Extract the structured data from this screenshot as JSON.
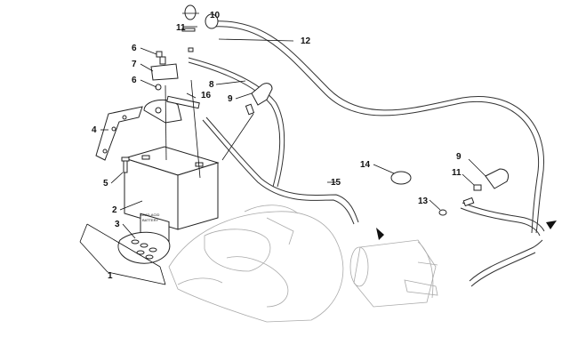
{
  "diagram": {
    "callouts": [
      "10",
      "11",
      "12",
      "6",
      "7",
      "8",
      "6",
      "16",
      "9",
      "4",
      "5",
      "2",
      "3",
      "1",
      "14",
      "15",
      "9",
      "11",
      "13"
    ],
    "battery_label_lines": [
      "LEAD-ACID",
      "BATTERY"
    ]
  }
}
